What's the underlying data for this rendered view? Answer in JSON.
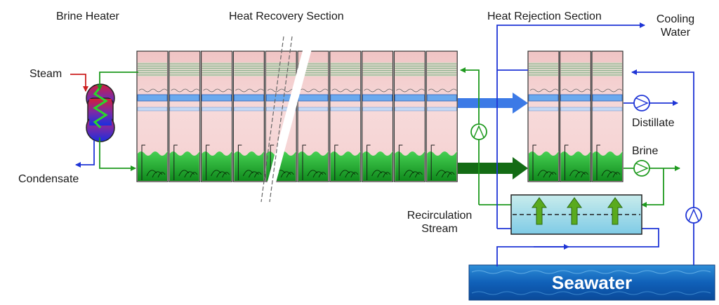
{
  "labels": {
    "brine_heater": "Brine Heater",
    "heat_recovery": "Heat Recovery Section",
    "heat_rejection": "Heat Rejection Section",
    "cooling_water": "Cooling\nWater",
    "steam": "Steam",
    "condensate": "Condensate",
    "distillate": "Distillate",
    "brine": "Brine",
    "recirculation": "Recirculation\nStream",
    "seawater": "Seawater"
  },
  "colors": {
    "seawater_line": "#1f35d6",
    "brine_line": "#1f9a1f",
    "steam_line": "#cc1f1f",
    "stage_top": "#f2c9c9",
    "brine_pool": "#1fae2a",
    "distillate_tray": "#6aa9ee",
    "stage_outline": "#333333"
  },
  "stages": {
    "recovery_count": 10,
    "rejection_count": 3
  }
}
